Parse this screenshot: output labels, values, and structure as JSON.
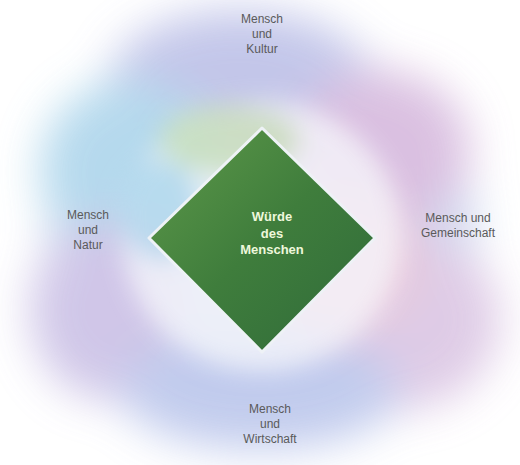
{
  "diagram": {
    "nodes": [
      {
        "text": [
          "Würde des Menschen"
        ]
      }
    ],
    "labels": [
      "Mensch und Kultur",
      "Mensch und Natur",
      "Mensch und Gemeinschaft",
      "Mensch und Wirtschaft"
    ]
  }
}
